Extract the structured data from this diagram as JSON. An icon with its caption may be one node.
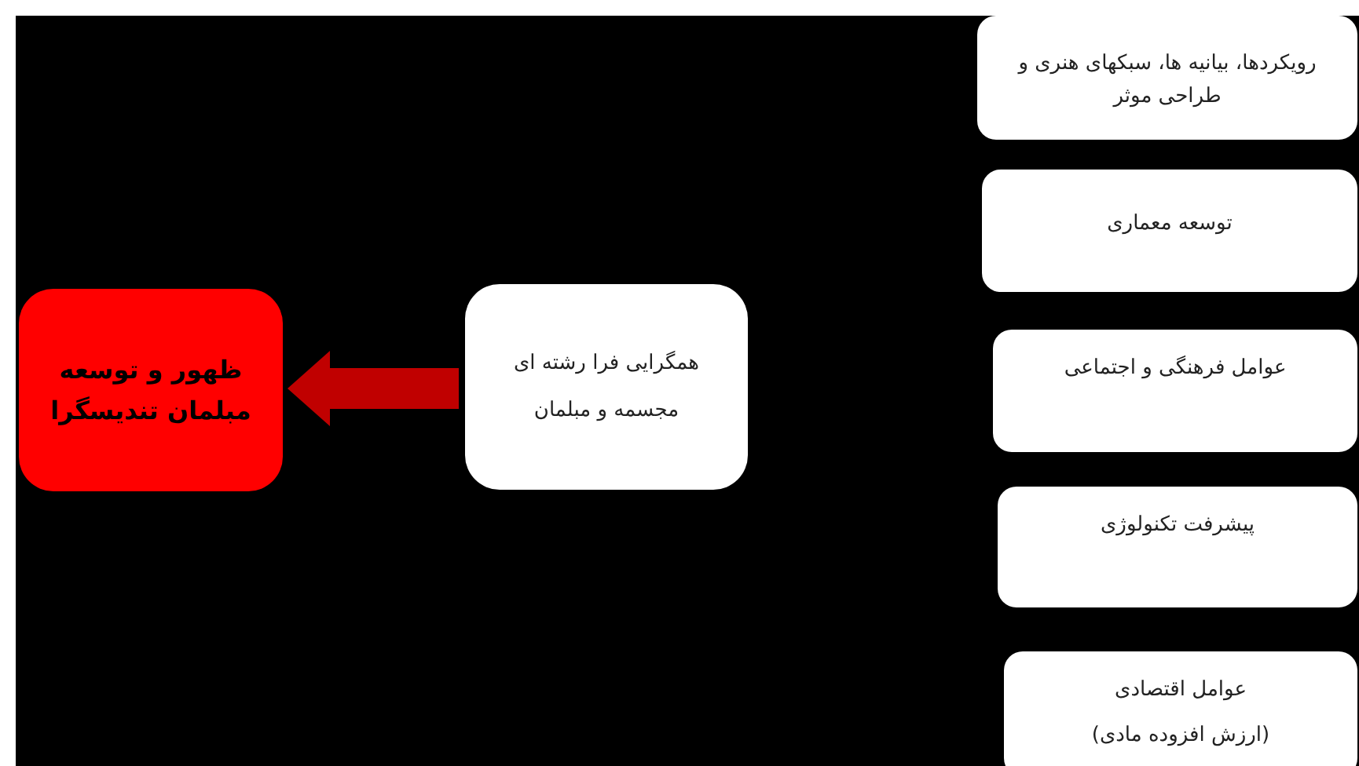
{
  "diagram": {
    "nodes": [
      {
        "text": [
          "ظهور و توسعه مبلمان تندیسگرا"
        ]
      },
      {
        "text": [
          "همگرایی فرا رشته ای مجسمه و مبلمان"
        ]
      },
      {
        "text": [
          "رویکردها، بیانیه ها، سبکهای هنری و طراحی موثر"
        ]
      },
      {
        "text": [
          "توسعه معماری"
        ]
      },
      {
        "text": [
          "عوامل فرهنگی و اجتماعی"
        ]
      },
      {
        "text": [
          "پیشرفت تکنولوژی"
        ]
      },
      {
        "text": [
          "عوامل اقتصادی",
          "(ارزش افزوده مادی)"
        ]
      }
    ],
    "edges": [
      {
        "from": 1,
        "to": 0,
        "arrow": "to",
        "style": "thick",
        "color": "#c00000"
      }
    ]
  }
}
